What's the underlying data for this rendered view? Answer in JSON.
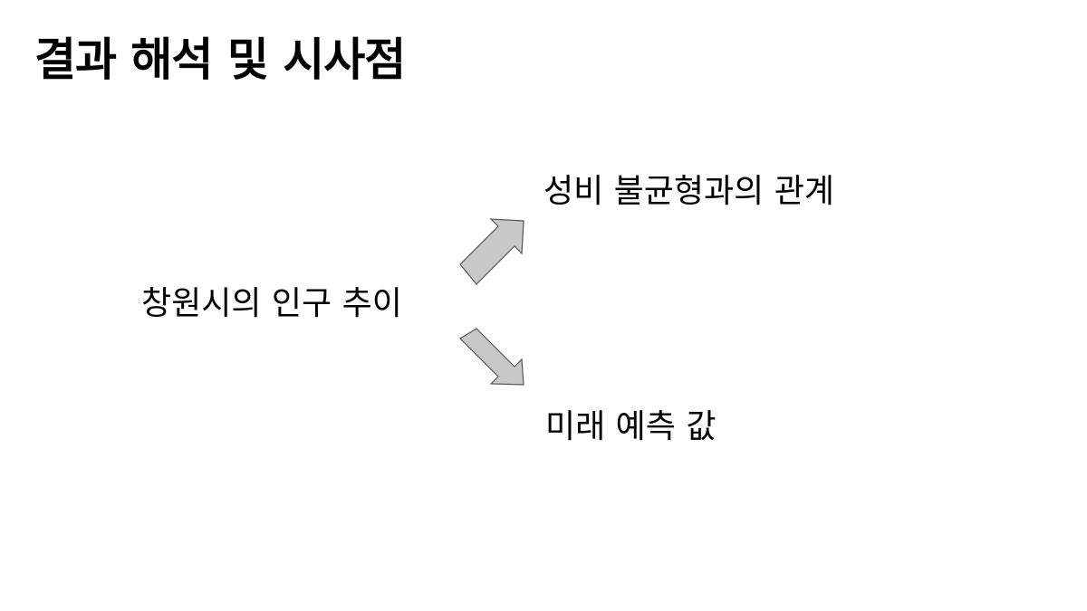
{
  "slide": {
    "title": "결과 해석 및 시사점",
    "source_node": "창원시의 인구 추이",
    "target_nodes": [
      {
        "label": "성비 불균형과의 관계"
      },
      {
        "label": "미래 예측 값"
      }
    ]
  },
  "colors": {
    "background": "#ffffff",
    "text": "#000000",
    "arrow_fill": "#c8c8c8",
    "arrow_stroke": "#555555"
  },
  "icons": {
    "up_arrow": "arrow-up-right-icon",
    "down_arrow": "arrow-down-right-icon"
  }
}
